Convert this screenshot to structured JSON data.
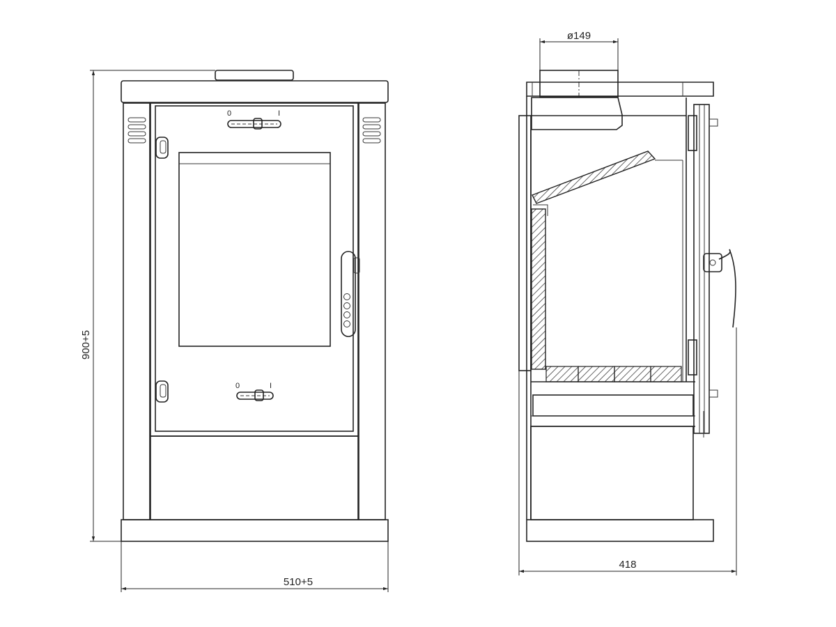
{
  "diagram": {
    "front_view": {
      "width_label": "510+5",
      "height_label": "900+5",
      "top_control": {
        "left_mark": "0",
        "right_mark": "I"
      },
      "bottom_control": {
        "left_mark": "0",
        "right_mark": "I"
      }
    },
    "side_view": {
      "flue_label": "ø149",
      "depth_label": "418"
    },
    "colors": {
      "line": "#222222",
      "background": "#ffffff"
    }
  }
}
